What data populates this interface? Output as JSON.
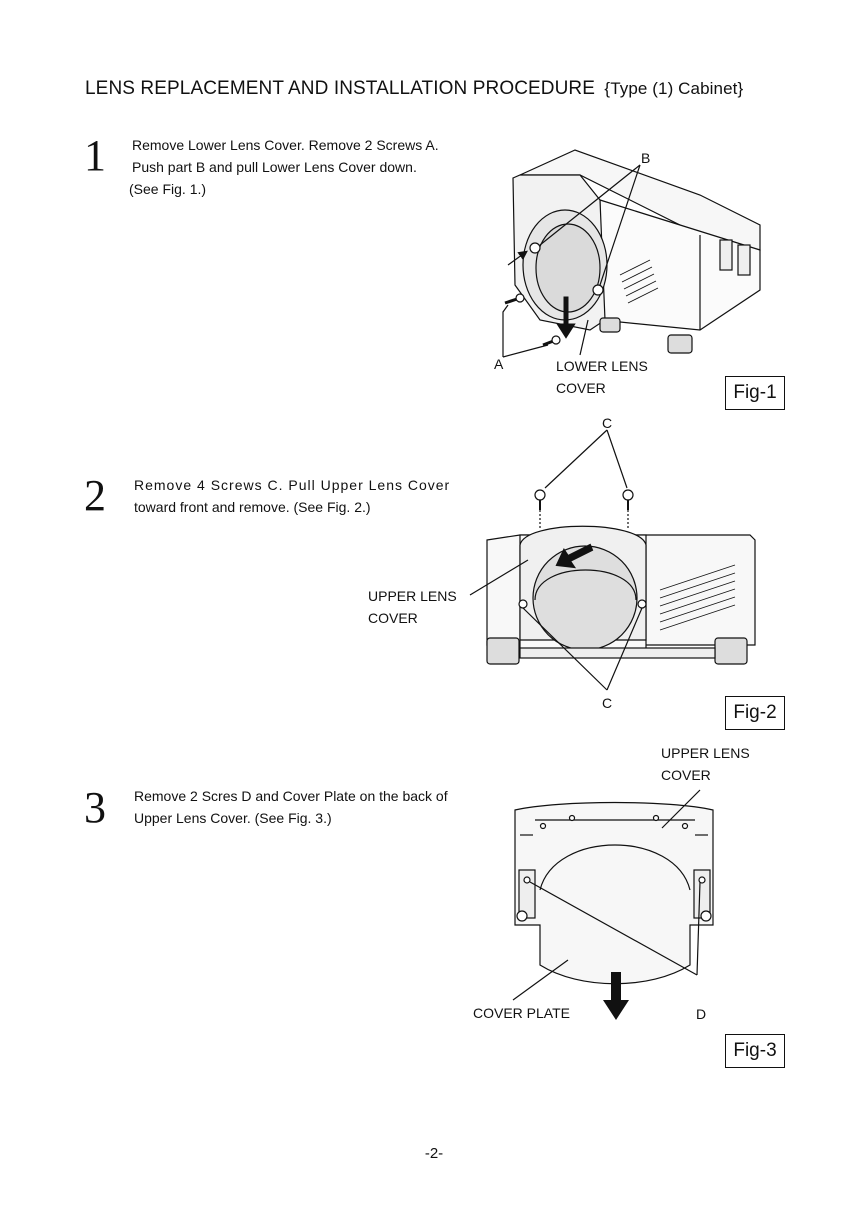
{
  "title": {
    "main": "LENS REPLACEMENT AND INSTALLATION PROCEDURE",
    "sub": "{Type (1) Cabinet}"
  },
  "steps": [
    {
      "number": "1",
      "lines": [
        "Remove Lower Lens Cover. Remove 2 Screws A.",
        "Push part B and pull Lower Lens Cover down.",
        "(See Fig. 1.)"
      ]
    },
    {
      "number": "2",
      "lines": [
        "Remove 4 Screws C. Pull Upper Lens Cover",
        "toward front and remove. (See Fig. 2.)"
      ]
    },
    {
      "number": "3",
      "lines": [
        "Remove 2 Scres D and Cover Plate on the back of",
        "Upper Lens Cover. (See Fig. 3.)"
      ]
    }
  ],
  "figures": [
    {
      "caption": "Fig-1",
      "labels": {
        "b": "B",
        "a": "A",
        "cover_line1": "LOWER LENS",
        "cover_line2": "COVER"
      }
    },
    {
      "caption": "Fig-2",
      "labels": {
        "c_top": "C",
        "c_bottom": "C",
        "cover_line1": "UPPER LENS",
        "cover_line2": "COVER"
      }
    },
    {
      "caption": "Fig-3",
      "labels": {
        "cover_line1": "UPPER LENS",
        "cover_line2": "COVER",
        "plate": "COVER PLATE",
        "d": "D"
      }
    }
  ],
  "page_number": "-2-"
}
